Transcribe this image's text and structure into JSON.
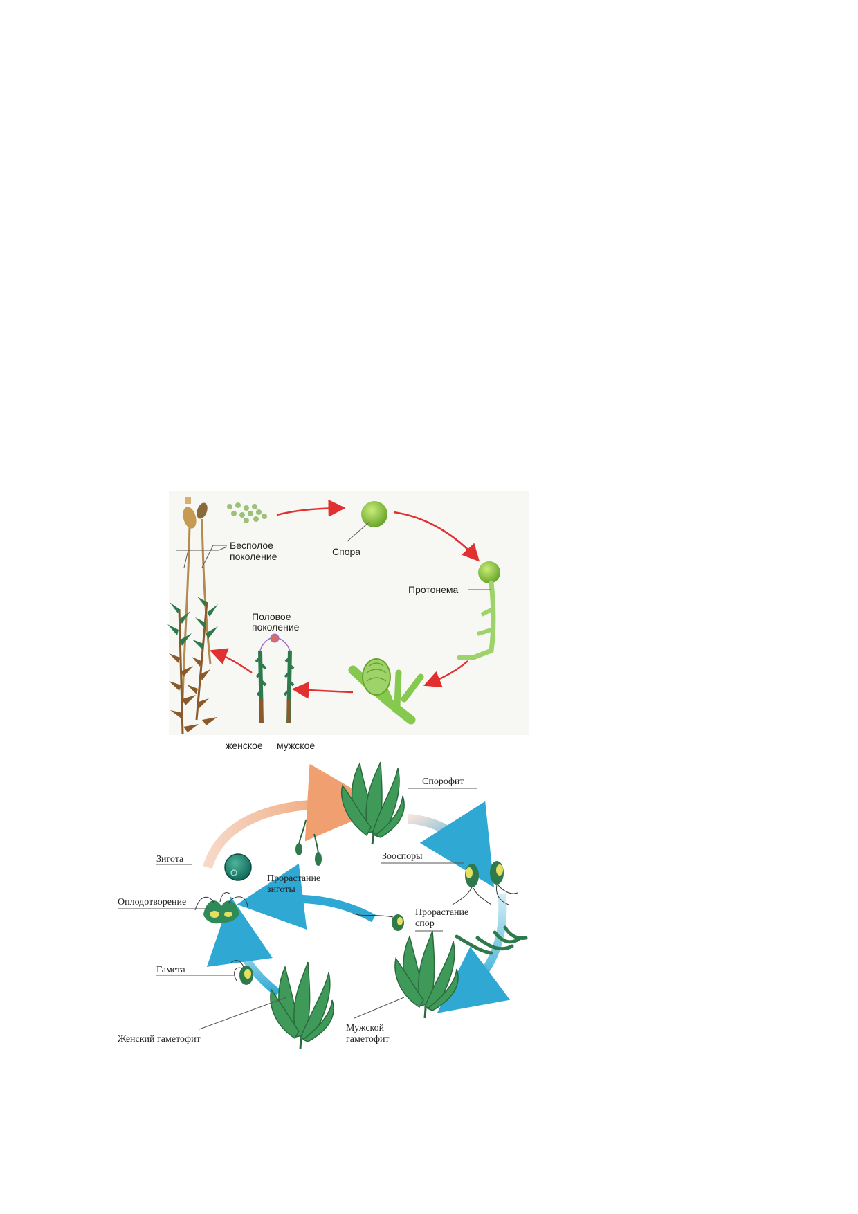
{
  "moss_cycle": {
    "labels": {
      "asexual_generation": [
        "Бесполое",
        "поколение"
      ],
      "spore": "Спора",
      "protonema": "Протонема",
      "sexual_generation": [
        "Половое",
        "поколение"
      ],
      "female": "женское",
      "male": "мужское"
    },
    "colors": {
      "arrow": "#e03030",
      "moss_green": "#2f7a4c",
      "moss_brown": "#8a5a2a",
      "light_green": "#9dd36a"
    }
  },
  "algae_cycle": {
    "labels": {
      "sporophyte": "Спорофит",
      "zygote": "Зигота",
      "zygote_germination": [
        "Прорастание",
        "зиготы"
      ],
      "zoospores": "Зооспоры",
      "fertilization": "Оплодотворение",
      "spore_germination": [
        "Прорастание",
        "спор"
      ],
      "gamete": "Гамета",
      "female_gametophyte": "Женский гаметофит",
      "male_gametophyte": [
        "Мужской",
        "гаметофит"
      ]
    },
    "colors": {
      "arrow_orange": "#f0a070",
      "arrow_blue": "#2fa9d4",
      "thallus": "#3f9a5a",
      "gamete_yellow": "#e6e060"
    }
  }
}
